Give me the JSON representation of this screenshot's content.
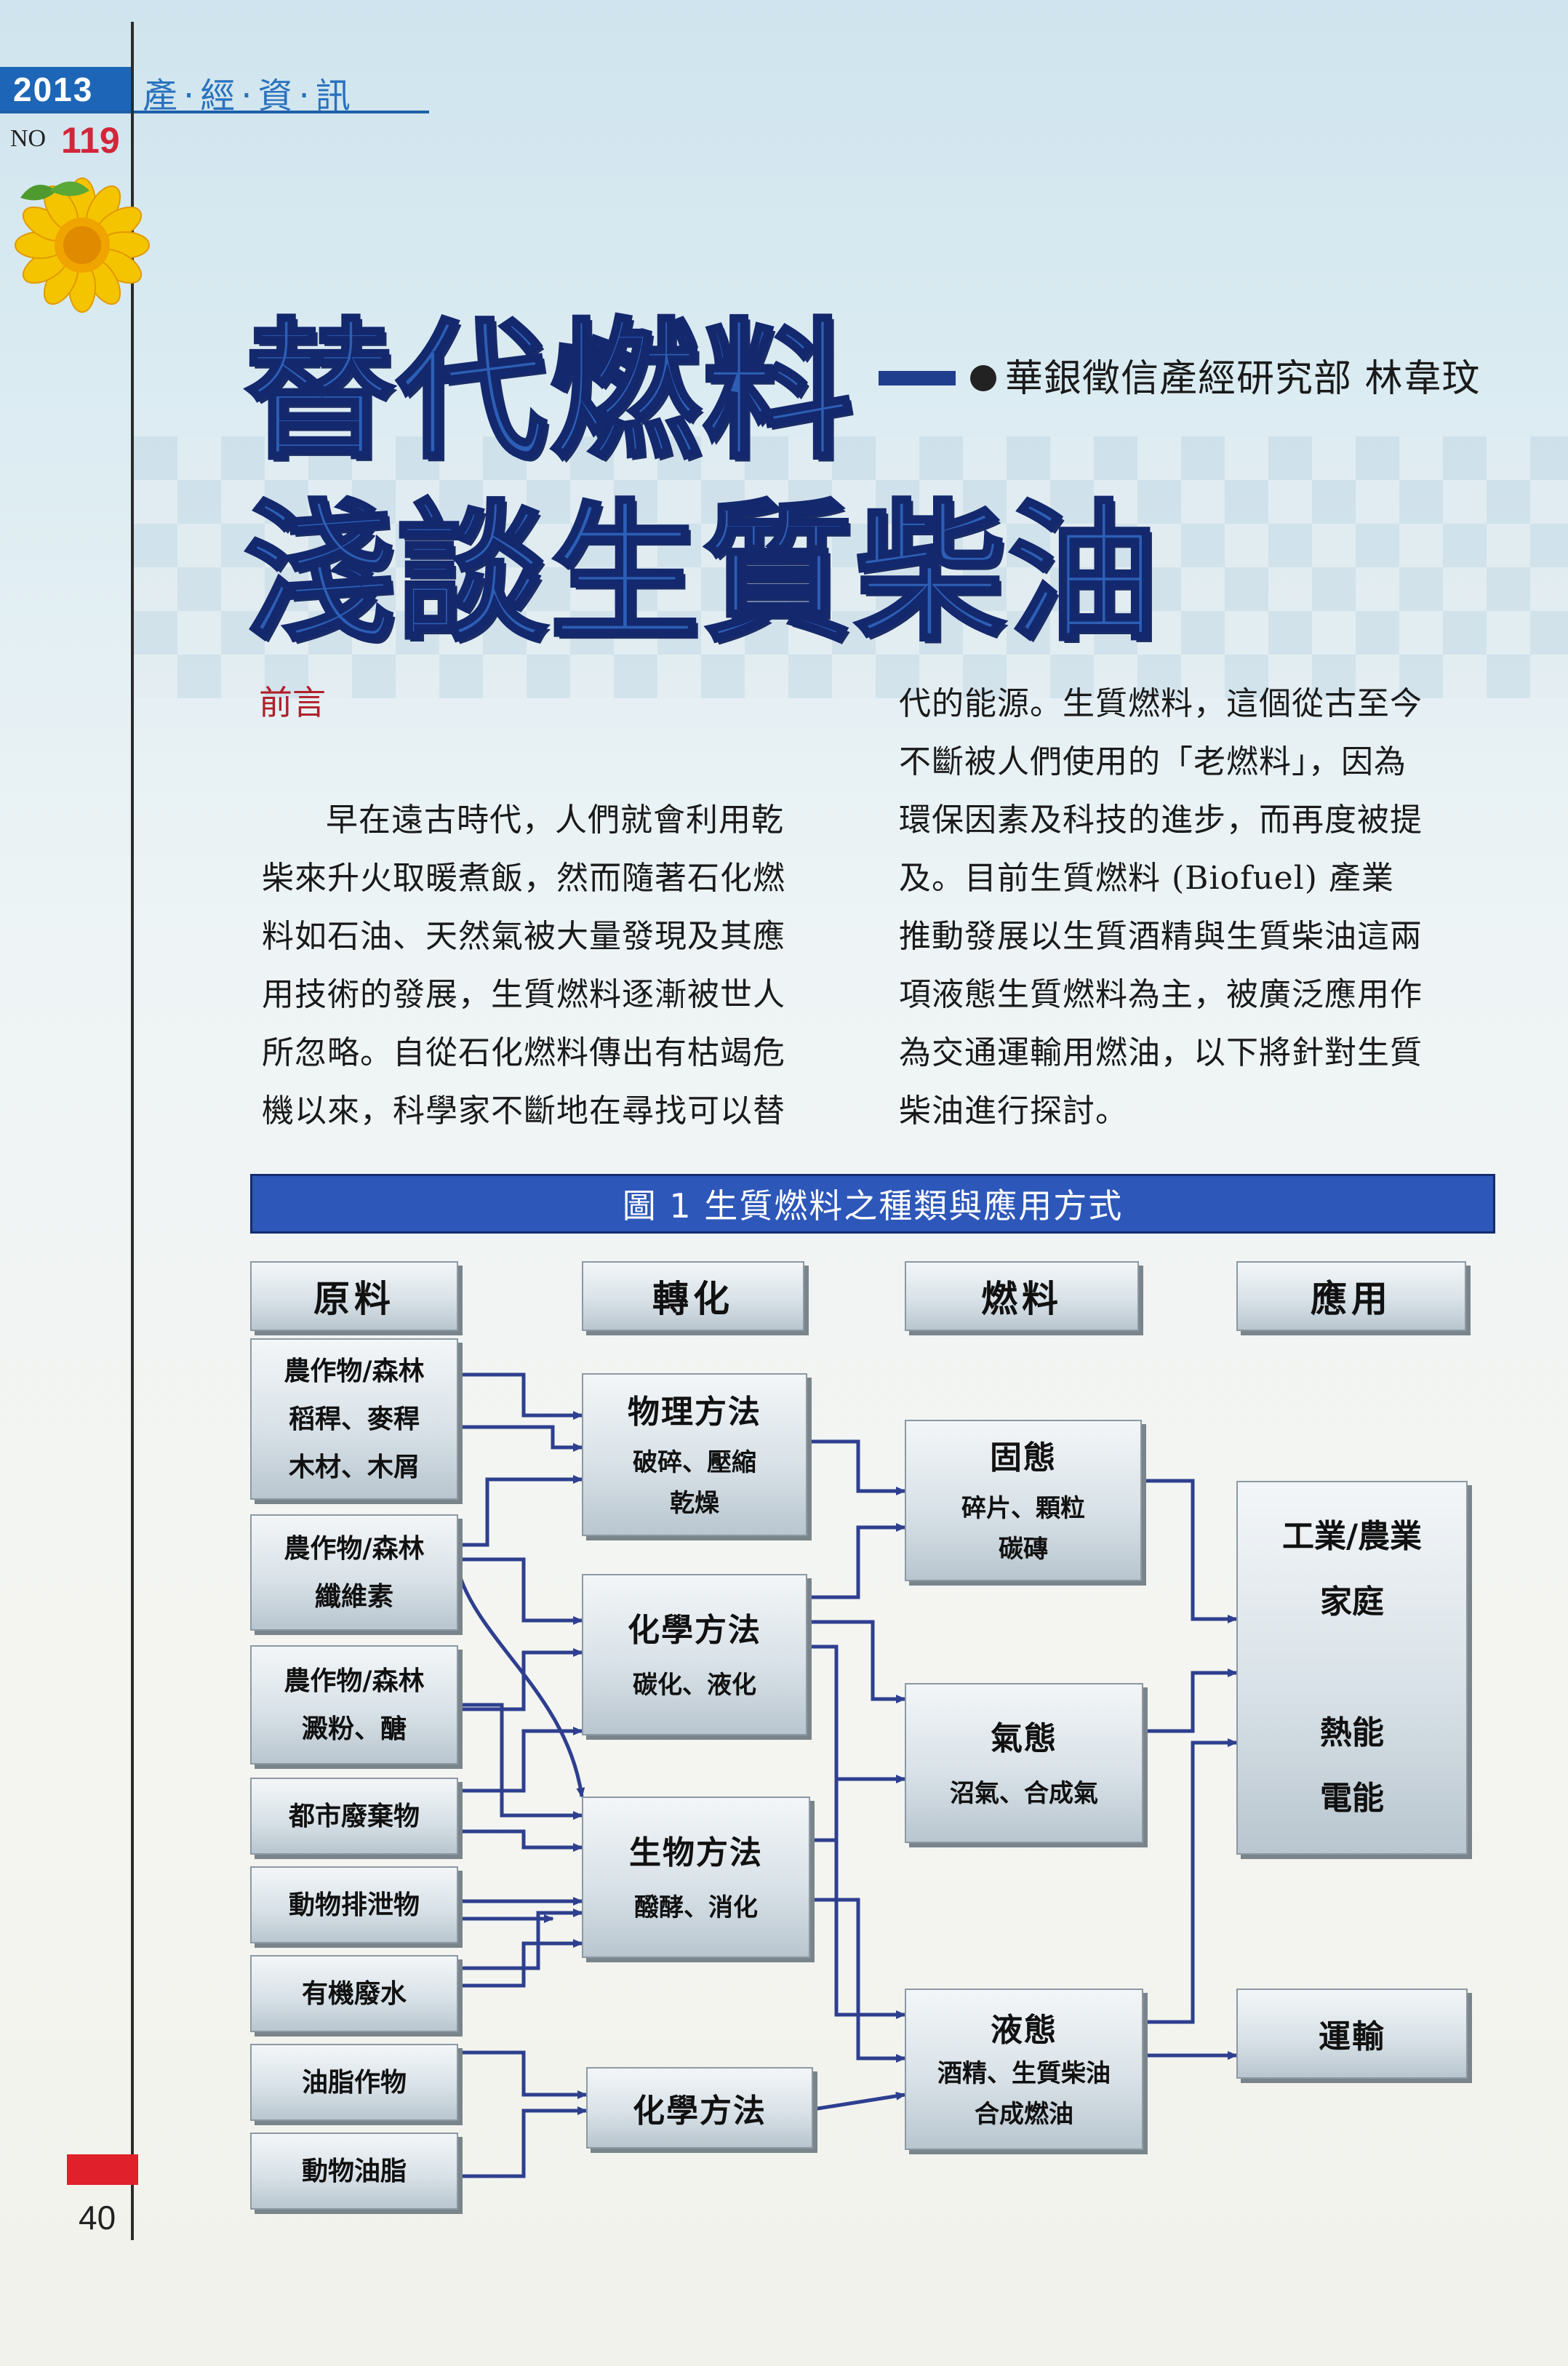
{
  "header": {
    "year": "2013",
    "magazine": "產·經·資·訊",
    "issue_prefix": "NO",
    "issue_number": "119"
  },
  "title": {
    "line1": "替代燃料",
    "line2": "淺談生質柴油",
    "author": "華銀徵信產經研究部  林韋玟"
  },
  "section_heading": "前言",
  "body": {
    "col1": [
      "早在遠古時代，人們就會利用乾",
      "柴來升火取暖煮飯，然而隨著石化燃",
      "料如石油、天然氣被大量發現及其應",
      "用技術的發展，生質燃料逐漸被世人",
      "所忽略。自從石化燃料傳出有枯竭危",
      "機以來，科學家不斷地在尋找可以替"
    ],
    "col2": [
      "代的能源。生質燃料，這個從古至今",
      "不斷被人們使用的「老燃料」，因為",
      "環保因素及科技的進步，而再度被提",
      "及。目前生質燃料 (Biofuel) 產業",
      "推動發展以生質酒精與生質柴油這兩",
      "項液態生質燃料為主，被廣泛應用作",
      "為交通運輸用燃油，以下將針對生質",
      "柴油進行探討。"
    ]
  },
  "figure": {
    "title": "圖 1  生質燃料之種類與應用方式",
    "headers": [
      "原料",
      "轉化",
      "燃料",
      "應用"
    ],
    "sources": [
      [
        "農作物/森林",
        "稻稈、麥稈",
        "木材、木屑"
      ],
      [
        "農作物/森林",
        "纖維素"
      ],
      [
        "農作物/森林",
        "澱粉、醣"
      ],
      [
        "都市廢棄物"
      ],
      [
        "動物排泄物"
      ],
      [
        "有機廢水"
      ],
      [
        "油脂作物"
      ],
      [
        "動物油脂"
      ]
    ],
    "processes": [
      {
        "title": "物理方法",
        "sub": [
          "破碎、壓縮",
          "乾燥"
        ]
      },
      {
        "title": "化學方法",
        "sub": [
          "碳化、液化"
        ]
      },
      {
        "title": "生物方法",
        "sub": [
          "醱酵、消化"
        ]
      },
      {
        "title": "化學方法",
        "sub": []
      }
    ],
    "fuels": [
      {
        "title": "固態",
        "sub": [
          "碎片、顆粒",
          "碳磚"
        ]
      },
      {
        "title": "氣態",
        "sub": [
          "沼氣、合成氣"
        ]
      },
      {
        "title": "液態",
        "sub": [
          "酒精、生質柴油",
          "合成燃油"
        ]
      }
    ],
    "applications": {
      "main": [
        "工業/農業",
        "家庭",
        "",
        "熱能",
        "電能"
      ],
      "transport": "運輸"
    }
  },
  "page_number": "40",
  "colors": {
    "title_blue": "#2c5fb5",
    "figure_bar": "#2d57b9",
    "accent_red": "#d2263a",
    "arrow": "#2e3f8f"
  }
}
